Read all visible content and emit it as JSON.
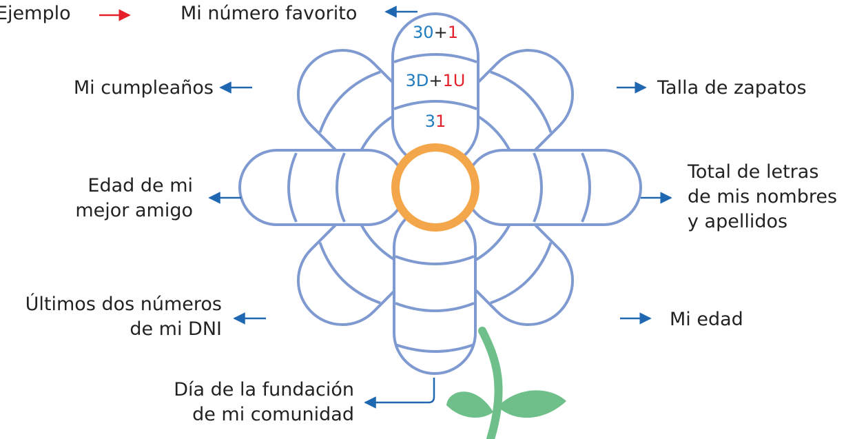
{
  "colors": {
    "petal_stroke": "#7f9ad1",
    "center_ring": "#f4a64a",
    "stem": "#6fbf8a",
    "arrow_blue": "#1f67b1",
    "arrow_red": "#e4202a",
    "number_blue": "#1f7bbf",
    "number_red": "#e4202a"
  },
  "example": {
    "label": "Ejemplo"
  },
  "petal_top": {
    "line1": {
      "tens": "30",
      "plus": "+",
      "units": "1"
    },
    "line2": {
      "tens": "3D",
      "plus": "+",
      "units": "1U"
    },
    "line3": {
      "tens": "3",
      "units": "1"
    }
  },
  "labels": {
    "favorite_number": "Mi número favorito",
    "birthday": "Mi cumpleaños",
    "shoe_size": "Talla de zapatos",
    "best_friend_age": [
      "Edad de mi",
      "mejor amigo"
    ],
    "total_letters": [
      "Total de letras",
      "de mis nombres",
      "y apellidos"
    ],
    "dni_digits": [
      "Últimos dos números",
      "de mi DNI"
    ],
    "my_age": "Mi edad",
    "foundation_day": [
      "Día de la fundación",
      "de mi comunidad"
    ]
  }
}
